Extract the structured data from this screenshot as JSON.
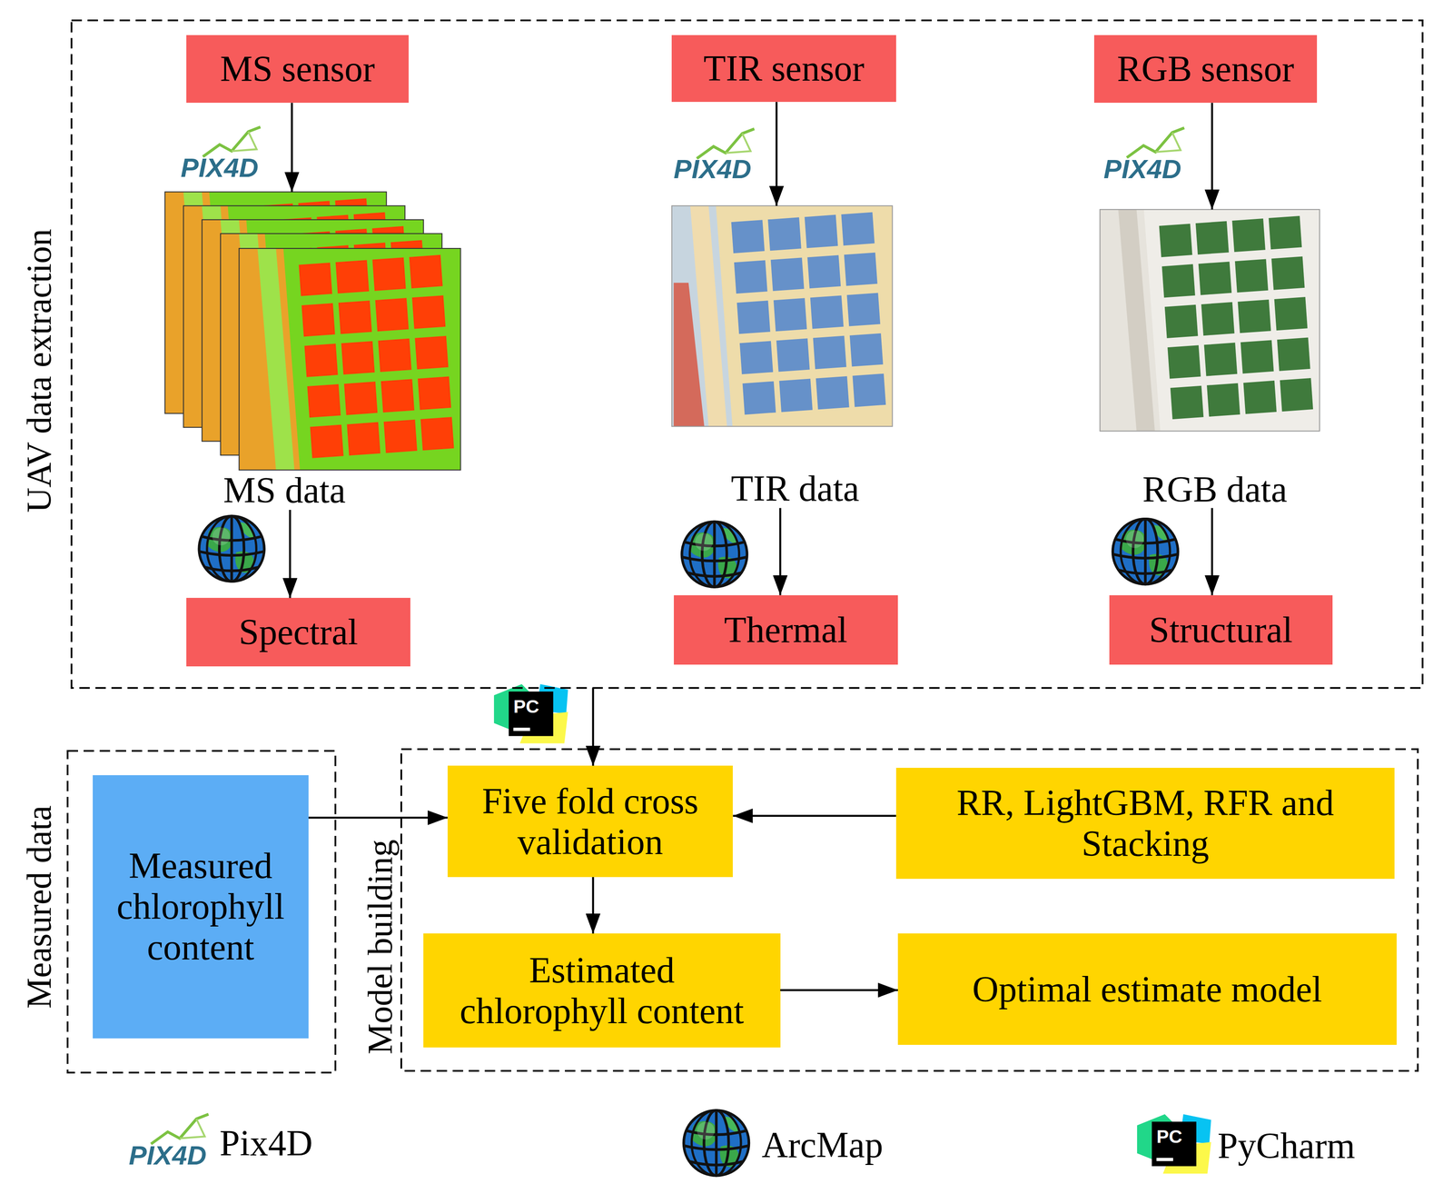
{
  "diagram": {
    "nodes": [
      {
        "text": [
          "UAV data extraction"
        ]
      },
      {
        "text": [
          "MS sensor"
        ],
        "in": 0
      },
      {
        "text": [
          "TIR sensor"
        ],
        "in": 0
      },
      {
        "text": [
          "RGB sensor"
        ],
        "in": 0
      },
      {
        "text": [
          "MS data"
        ],
        "in": 0
      },
      {
        "text": [
          "TIR data"
        ],
        "in": 0
      },
      {
        "text": [
          "RGB data"
        ],
        "in": 0
      },
      {
        "text": [
          "Spectral"
        ],
        "in": 0
      },
      {
        "text": [
          "Thermal"
        ],
        "in": 0
      },
      {
        "text": [
          "Structural"
        ],
        "in": 0
      },
      {
        "text": [
          "Measured data"
        ]
      },
      {
        "text": [
          "Measured chlorophyll content"
        ],
        "in": 10
      },
      {
        "text": [
          "Model building"
        ]
      },
      {
        "text": [
          "Five fold cross validation"
        ],
        "in": 12
      },
      {
        "text": [
          "RR, LightGBM, RFR and Stacking"
        ],
        "in": 12
      },
      {
        "text": [
          "Estimated chlorophyll content"
        ],
        "in": 12
      },
      {
        "text": [
          "Optimal estimate model"
        ],
        "in": 12
      }
    ],
    "edges": [
      {
        "from": 1,
        "to": 4,
        "arrow": "to"
      },
      {
        "from": 2,
        "to": 5,
        "arrow": "to"
      },
      {
        "from": 3,
        "to": 6,
        "arrow": "to"
      },
      {
        "from": 4,
        "to": 7,
        "arrow": "to"
      },
      {
        "from": 5,
        "to": 8,
        "arrow": "to"
      },
      {
        "from": 6,
        "to": 9,
        "arrow": "to"
      },
      {
        "from": 0,
        "to": 13,
        "arrow": "to"
      },
      {
        "from": 11,
        "to": 13,
        "arrow": "to"
      },
      {
        "from": 14,
        "to": 13,
        "arrow": "to"
      },
      {
        "from": 13,
        "to": 15,
        "arrow": "to"
      },
      {
        "from": 15,
        "to": 16,
        "arrow": "to"
      }
    ],
    "labels": [
      "PIX4D",
      "PIX4D",
      "PIX4D",
      "PC",
      "PIX4D",
      "PC"
    ],
    "legend": [
      {
        "text": "Pix4D"
      },
      {
        "text": "ArcMap"
      },
      {
        "text": "PyCharm"
      }
    ]
  }
}
